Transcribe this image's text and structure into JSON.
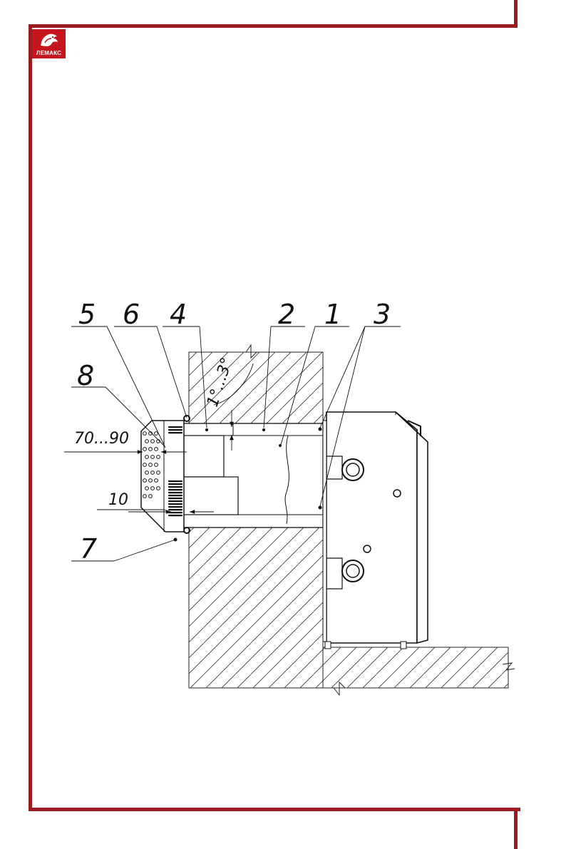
{
  "logo": {
    "text": "ЛЕМАКС",
    "icon": "lion-head-icon",
    "color": "#c4161c"
  },
  "frame_color": "#9b1b1f",
  "callouts": {
    "c5": "5",
    "c6": "6",
    "c4": "4",
    "c2": "2",
    "c1": "1",
    "c3": "3",
    "c8": "8",
    "c7": "7"
  },
  "dimensions": {
    "slope": "1°...3°",
    "depth": "70...90",
    "gap": "10"
  }
}
